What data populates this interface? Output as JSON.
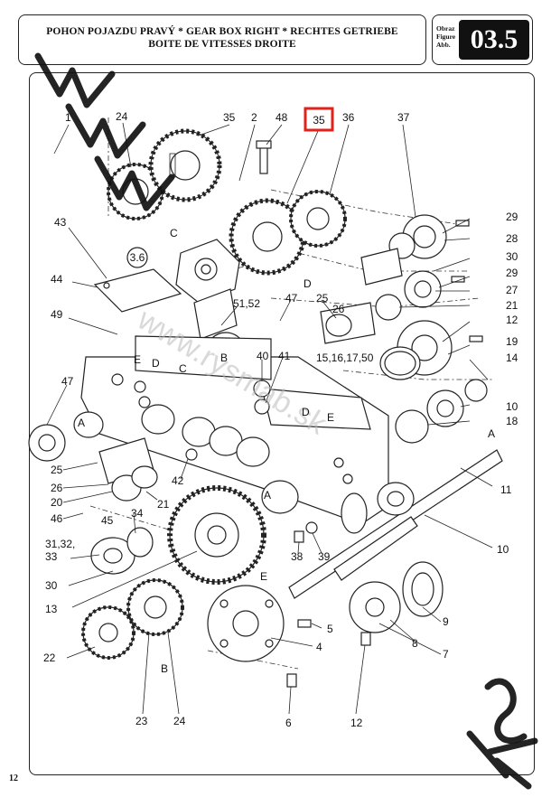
{
  "header": {
    "title_line1": "POHON POJAZDU PRAVÝ * GEAR BOX RIGHT * RECHTES GETRIEBE",
    "title_line2": "BOITE DE VITESSES DROITE",
    "figure_labels": [
      "Obraz",
      "Figure",
      "Abb."
    ],
    "figure_number": "03.5"
  },
  "page_number": "12",
  "watermark": {
    "text": "www.rysmab.sk",
    "letters": "SK"
  },
  "highlight": {
    "label": "35",
    "color": "#e32119"
  },
  "callouts": {
    "c1": "1",
    "c24a": "24",
    "c35": "35",
    "c2": "2",
    "c48": "48",
    "c36": "36",
    "c37": "37",
    "c43": "43",
    "c29a": "29",
    "c28": "28",
    "c3_6": "3.6",
    "c44": "44",
    "c30a": "30",
    "c29b": "29",
    "c27": "27",
    "c21a": "21",
    "c12a": "12",
    "c19": "19",
    "c14": "14",
    "c10a": "10",
    "c18": "18",
    "c49": "49",
    "c51_52": "51,52",
    "c47a": "47",
    "c25a": "25",
    "c26a": "26",
    "c15_50": "15,16,17,50",
    "c40": "40",
    "c41": "41",
    "c47b": "47",
    "c25b": "25",
    "c26b": "26",
    "c20": "20",
    "c46": "46",
    "c45": "45",
    "c42": "42",
    "c21b": "21",
    "c34": "34",
    "c31_33a": "31,32,",
    "c31_33b": "33",
    "c30b": "30",
    "c13": "13",
    "c38": "38",
    "c39": "39",
    "c11": "11",
    "c10b": "10",
    "c22": "22",
    "c23": "23",
    "c24b": "24",
    "c5": "5",
    "c4": "4",
    "c9": "9",
    "c8": "8",
    "c7": "7",
    "c6": "6",
    "c12b": "12"
  },
  "section_marks": {
    "e1": "E",
    "d1": "D",
    "c1": "C",
    "b1": "B",
    "d2": "D",
    "e2": "E",
    "a1": "A",
    "a2": "A",
    "a3": "A",
    "c_top": "C",
    "d_top": "D",
    "b_bot": "B",
    "e_bot": "E"
  }
}
